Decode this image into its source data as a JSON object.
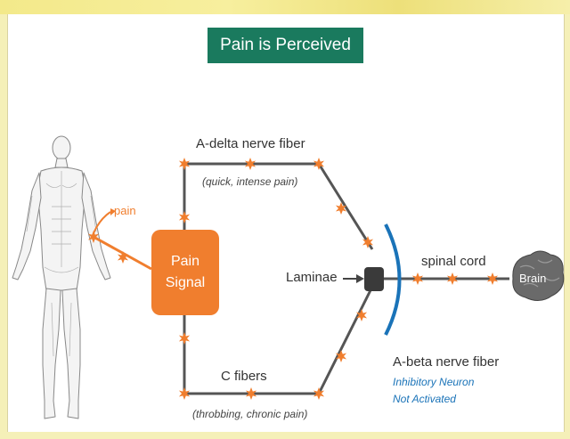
{
  "title": "Pain is Perceived",
  "pain_label": "pain",
  "pain_signal": [
    "Pain",
    "Signal"
  ],
  "adelta": {
    "name": "A-delta nerve fiber",
    "desc": "(quick, intense pain)"
  },
  "cfibers": {
    "name": "C fibers",
    "desc": "(throbbing, chronic pain)"
  },
  "laminae": "Laminae",
  "spinal_cord": "spinal cord",
  "brain": "Brain",
  "abeta": {
    "name": "A-beta nerve fiber",
    "line1": "Inhibitory Neuron",
    "line2": "Not Activated"
  },
  "colors": {
    "title_bg": "#1a7a5e",
    "signal": "#f07e2e",
    "nerve": "#555555",
    "inhibitory": "#1a73b8"
  }
}
